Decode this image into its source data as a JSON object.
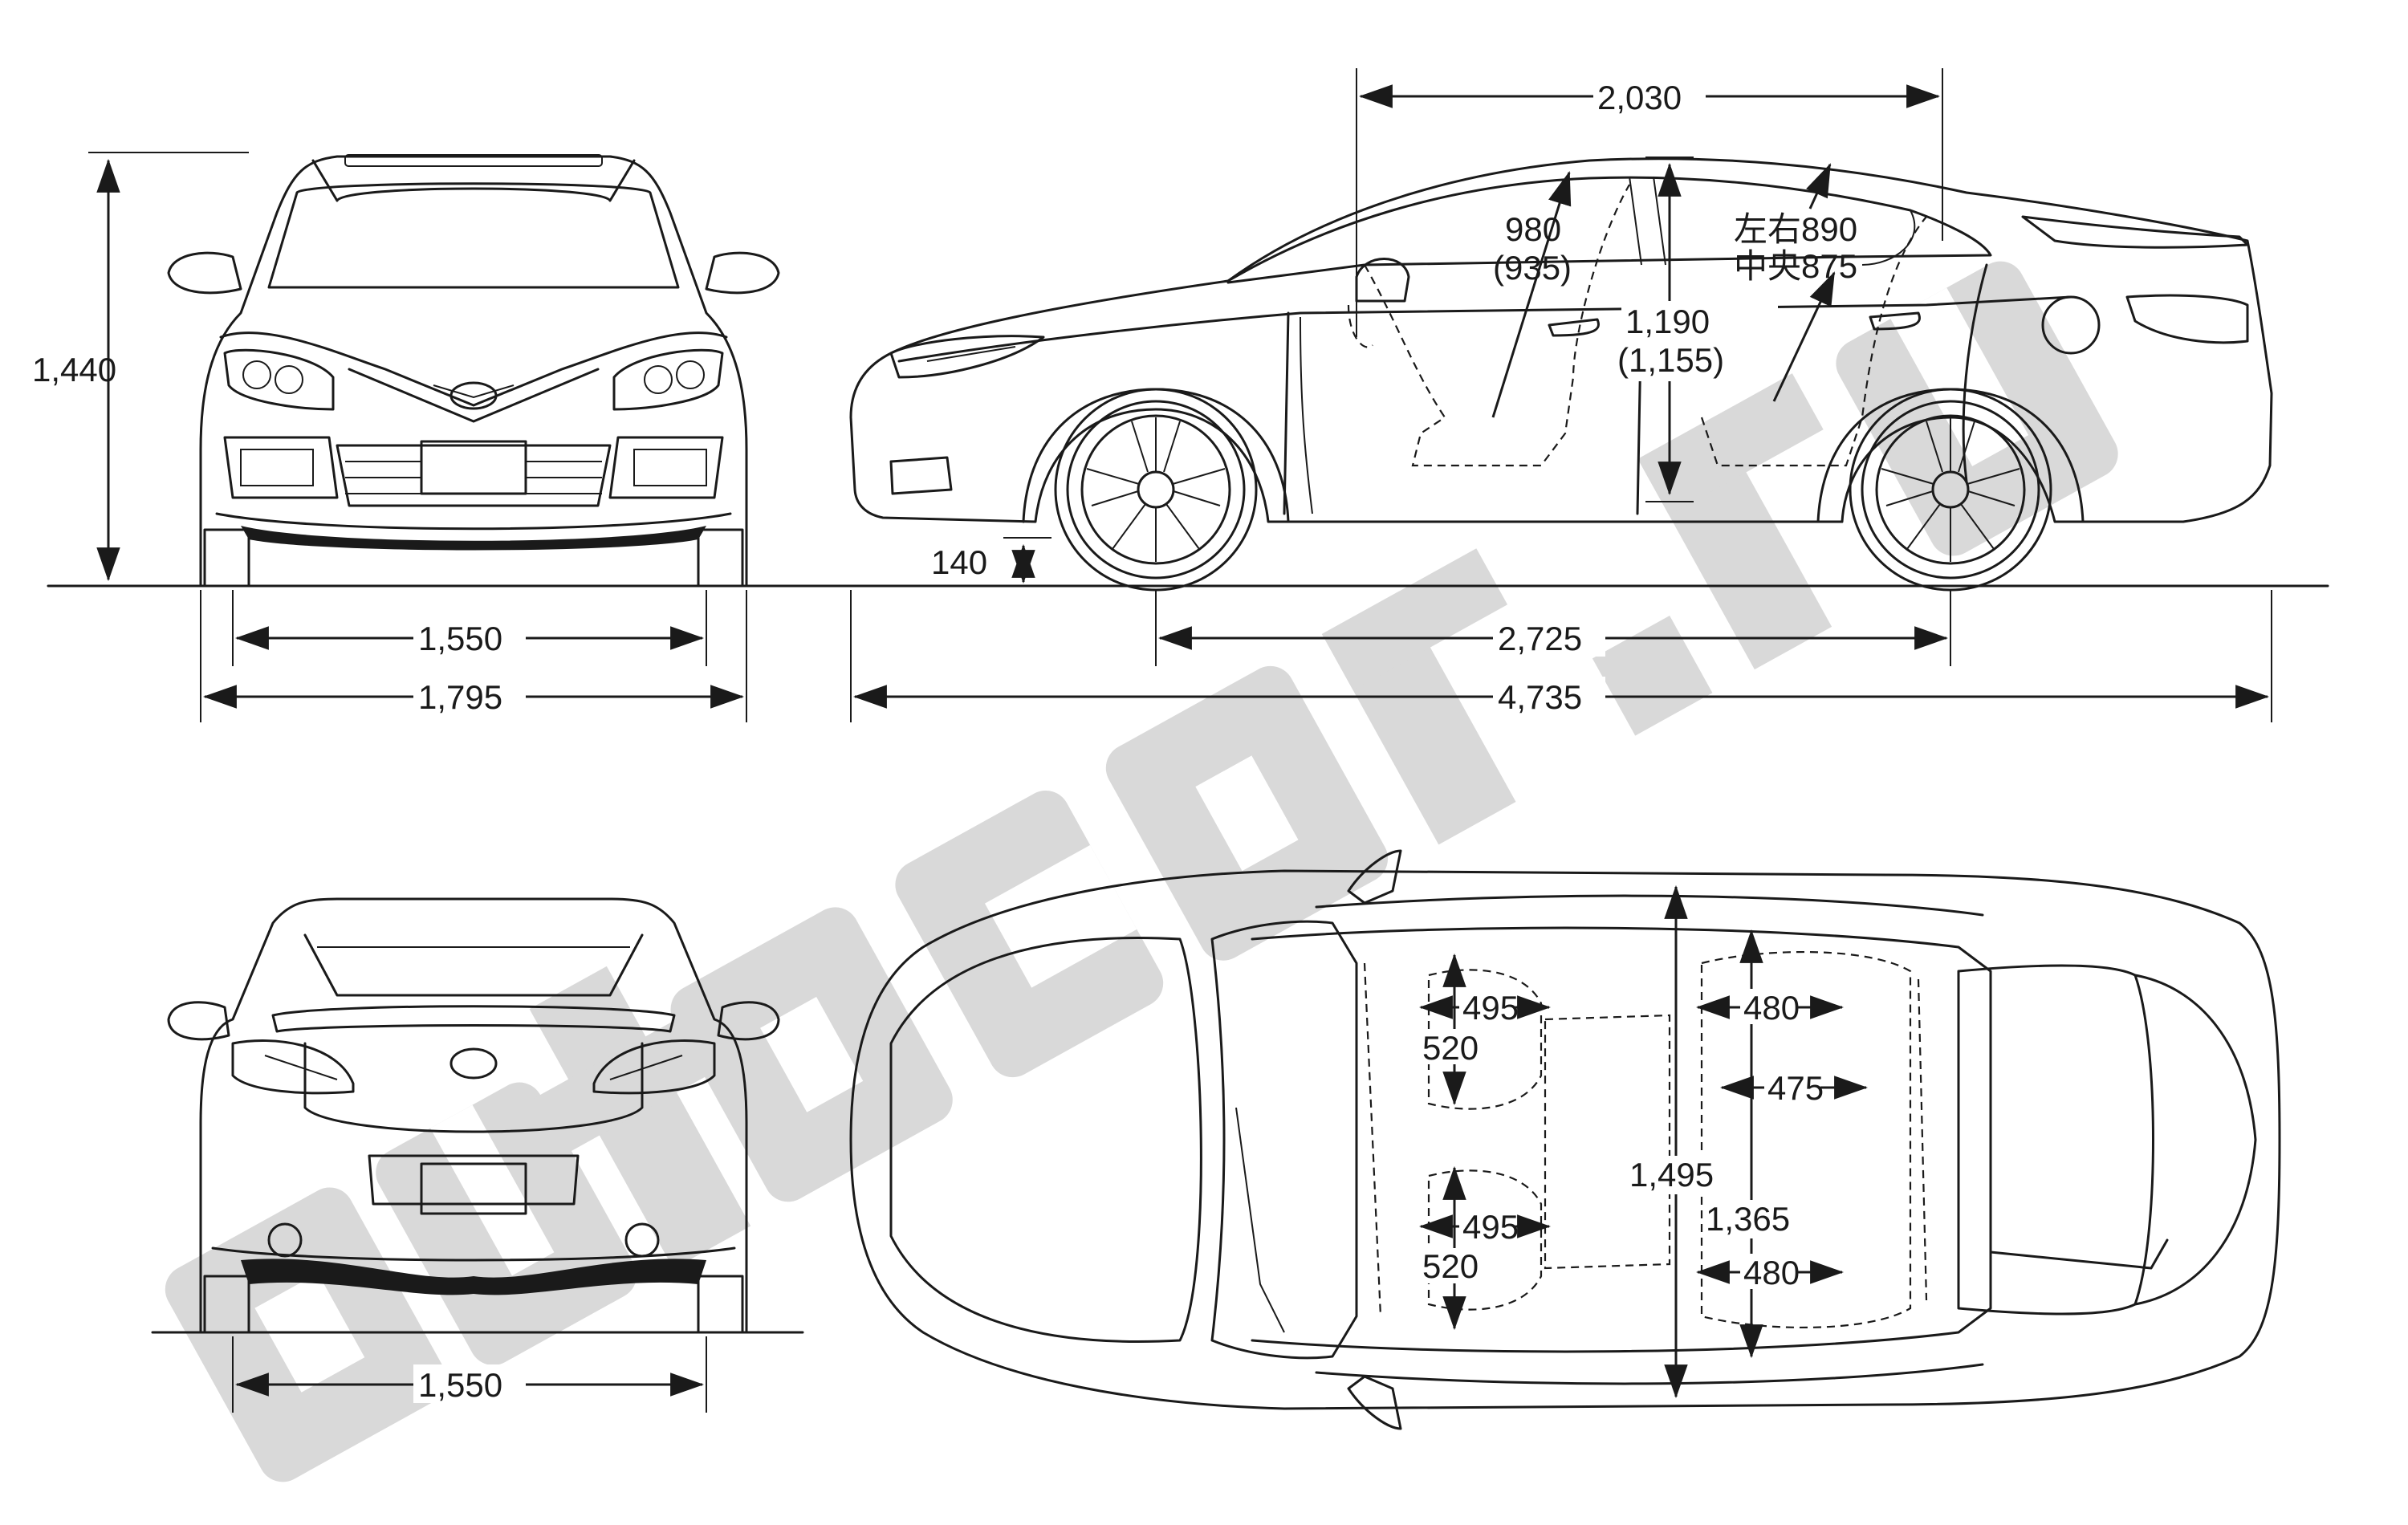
{
  "watermark": {
    "text": "autocar.ru",
    "color": "#d9d9d9"
  },
  "colors": {
    "line": "#1a1a1a",
    "background": "#ffffff"
  },
  "front_view": {
    "height_label": "1,440",
    "track_label": "1,550",
    "width_label": "1,795"
  },
  "side_view": {
    "overhang_top_label": "2,030",
    "headroom_front": "980",
    "headroom_front_alt": "(935)",
    "headroom_rear_lr": "左右890",
    "headroom_rear_center": "中央875",
    "interior_height": "1,190",
    "interior_height_alt": "(1,155)",
    "ground_clearance": "140",
    "wheelbase": "2,725",
    "length": "4,735"
  },
  "rear_view": {
    "track_label": "1,550"
  },
  "top_view": {
    "front_seat_width_upper": "495",
    "front_seat_depth_upper": "520",
    "front_seat_width_lower": "495",
    "front_seat_depth_lower": "520",
    "rear_seat_width_upper": "480",
    "rear_seat_width_lower": "480",
    "rear_center": "475",
    "front_shoulder": "1,495",
    "rear_shoulder": "1,365"
  }
}
